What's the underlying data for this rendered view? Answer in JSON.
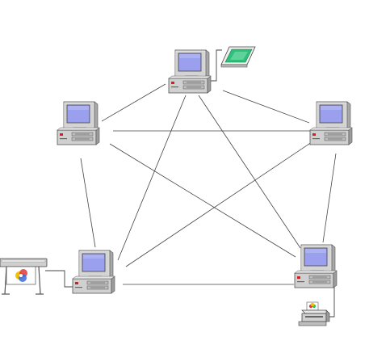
{
  "diagram": {
    "type": "full-mesh network",
    "nodes": [
      {
        "id": "top",
        "device": "computer",
        "peripheral": "scanner"
      },
      {
        "id": "left",
        "device": "computer",
        "peripheral": ""
      },
      {
        "id": "right",
        "device": "computer",
        "peripheral": ""
      },
      {
        "id": "bottom-left",
        "device": "computer",
        "peripheral": "plotter"
      },
      {
        "id": "bottom-right",
        "device": "computer",
        "peripheral": "printer"
      }
    ],
    "links": [
      [
        "top",
        "left"
      ],
      [
        "top",
        "right"
      ],
      [
        "top",
        "bottom-left"
      ],
      [
        "top",
        "bottom-right"
      ],
      [
        "left",
        "right"
      ],
      [
        "left",
        "bottom-left"
      ],
      [
        "left",
        "bottom-right"
      ],
      [
        "right",
        "bottom-left"
      ],
      [
        "right",
        "bottom-right"
      ],
      [
        "bottom-left",
        "bottom-right"
      ]
    ],
    "colors": {
      "link": "#444444",
      "case": "#c8c8c8",
      "screen": "#9aa0ee",
      "scanner_glass": "#2fbf78",
      "power_led": "#d02020"
    }
  }
}
